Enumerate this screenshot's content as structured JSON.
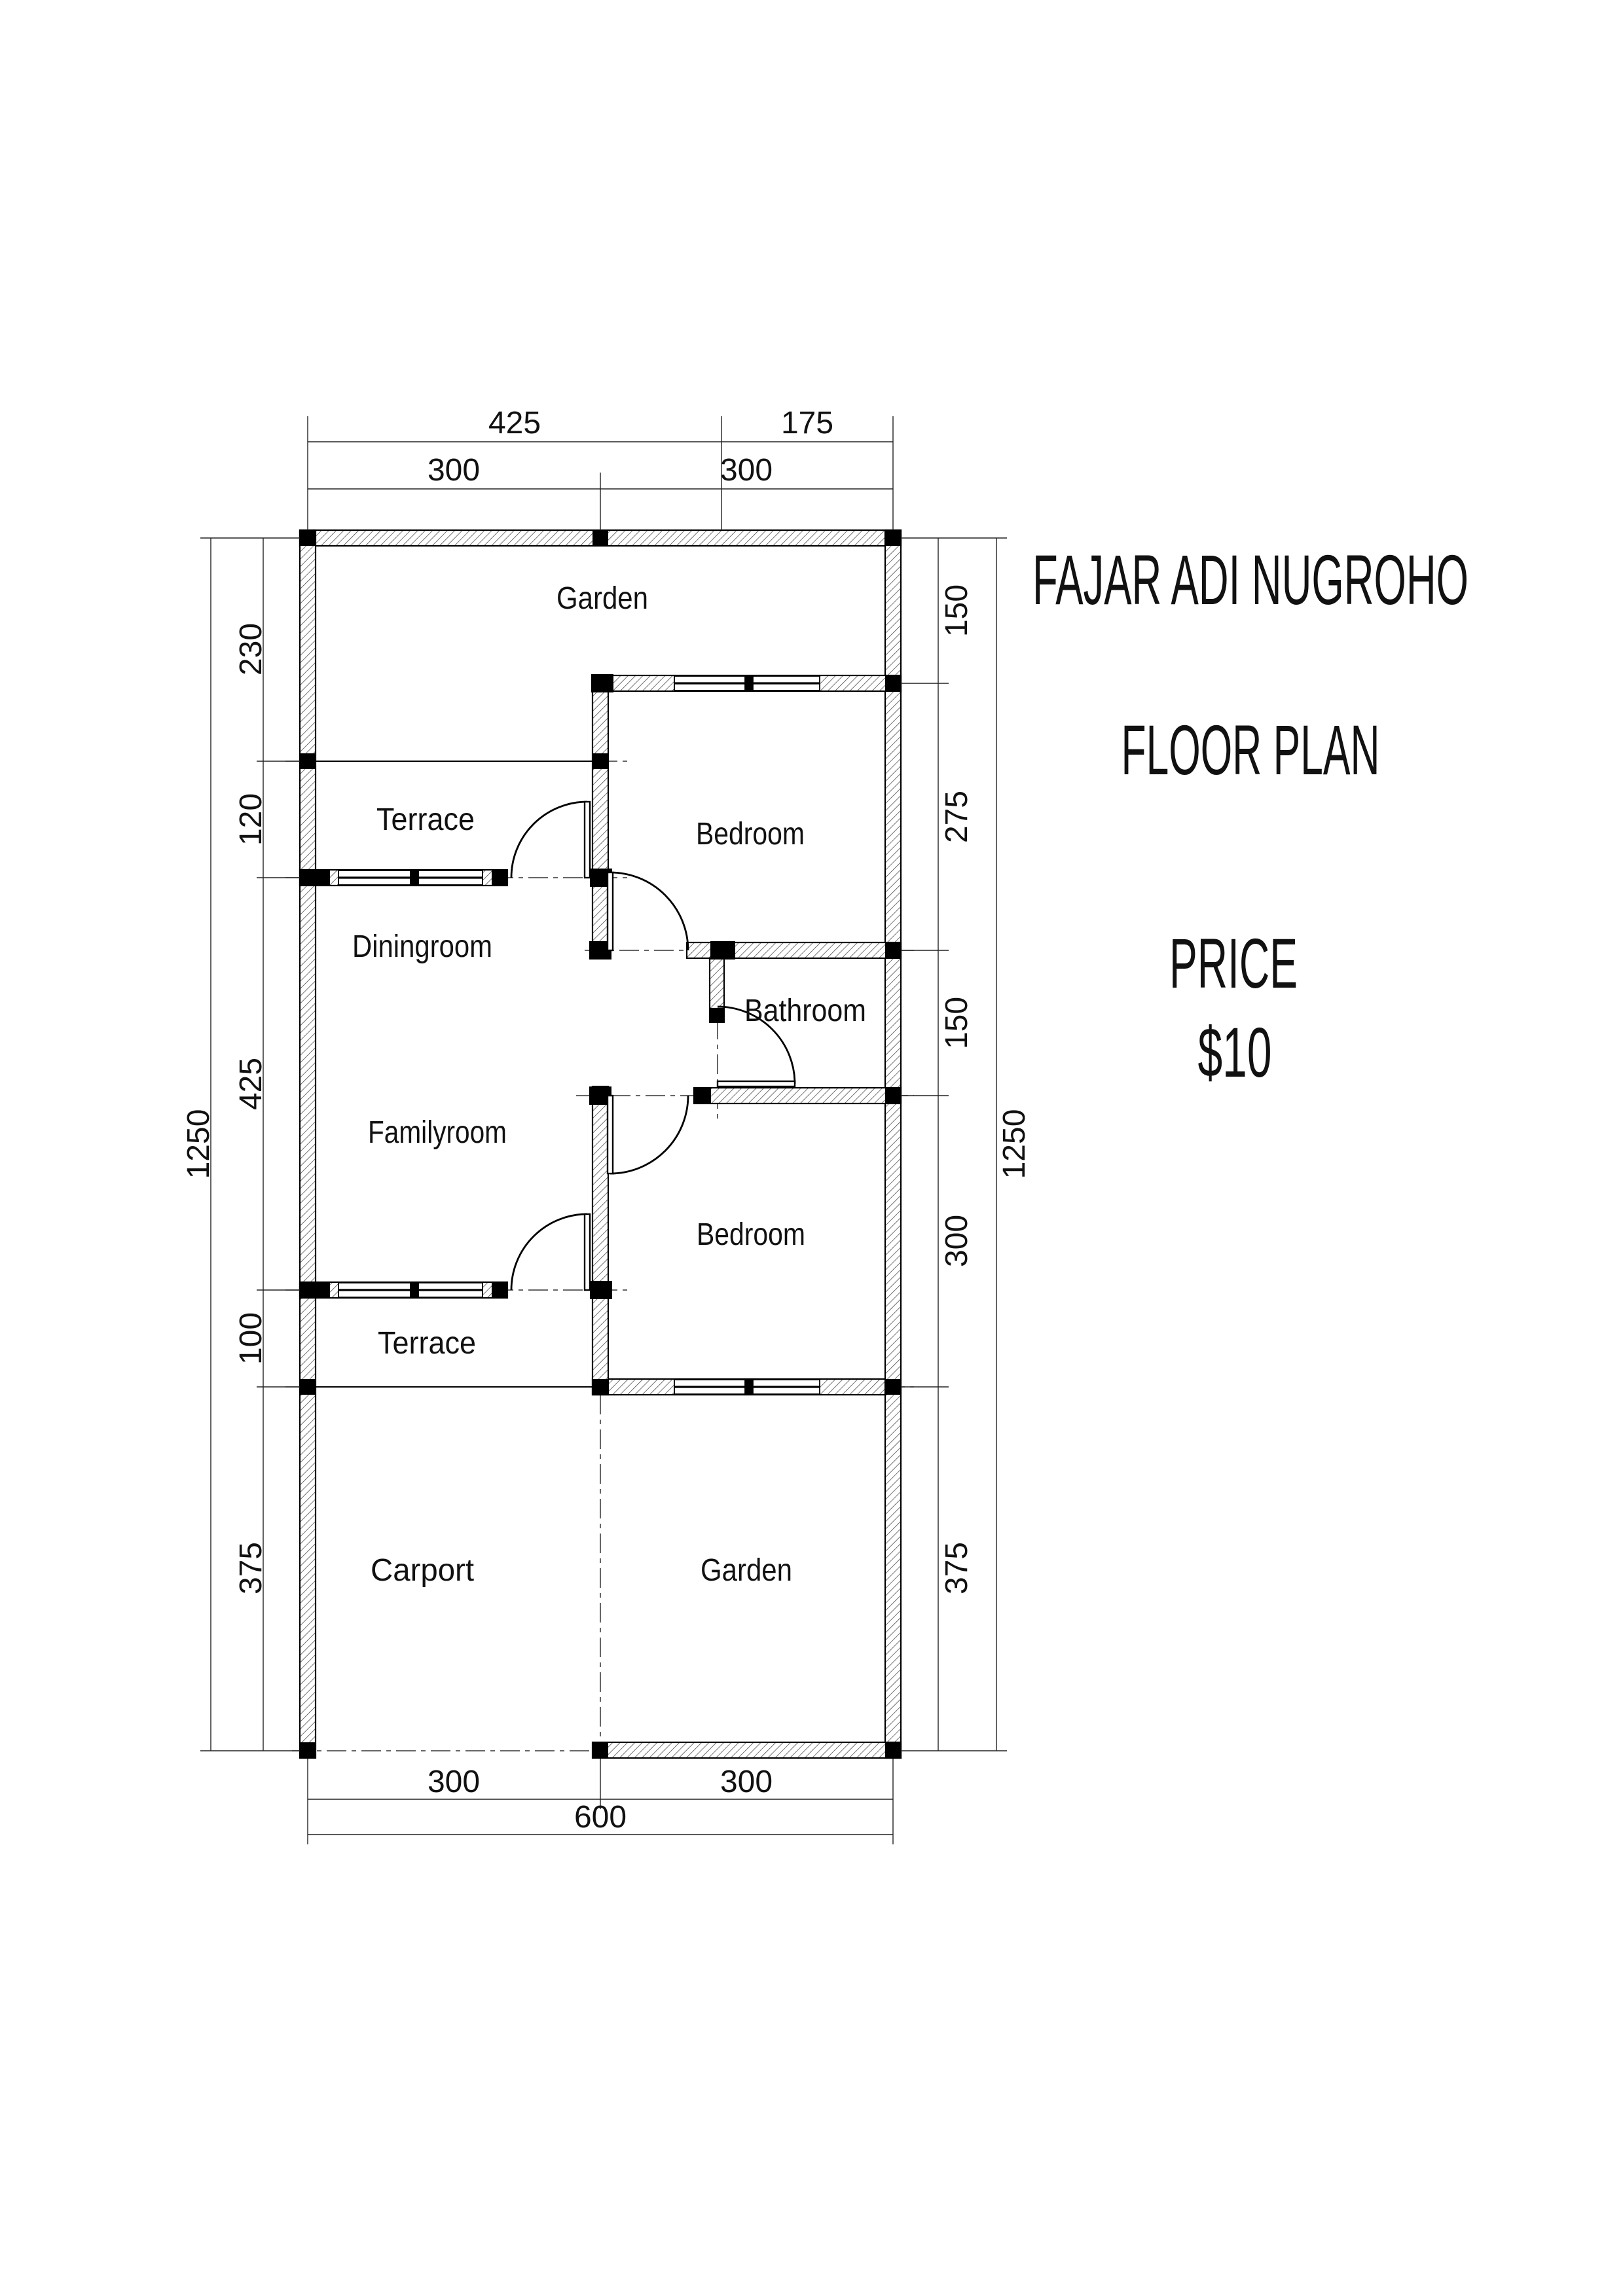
{
  "colors": {
    "background": "#ffffff",
    "line": "#000000",
    "text": "#111111"
  },
  "title_block": {
    "owner": "FAJAR ADI NUGROHO",
    "drawing": "FLOOR PLAN",
    "price_label": "PRICE",
    "price_value": "$10"
  },
  "rooms": {
    "garden_top": "Garden",
    "terrace_upper": "Terrace",
    "bedroom_upper": "Bedroom",
    "diningroom": "Diningroom",
    "bathroom": "Bathroom",
    "familyroom": "Familyroom",
    "bedroom_lower": "Bedroom",
    "terrace_lower": "Terrace",
    "carport": "Carport",
    "garden_lower": "Garden"
  },
  "dimensions": {
    "top_row1": [
      "425",
      "175"
    ],
    "top_row2": [
      "300",
      "300"
    ],
    "bottom_row1": [
      "300",
      "300"
    ],
    "bottom_row2": [
      "600"
    ],
    "left_inner": [
      "230",
      "120",
      "425",
      "100",
      "375"
    ],
    "left_outer": [
      "1250"
    ],
    "right_inner": [
      "150",
      "275",
      "150",
      "300",
      "375"
    ],
    "right_outer": [
      "1250"
    ]
  }
}
